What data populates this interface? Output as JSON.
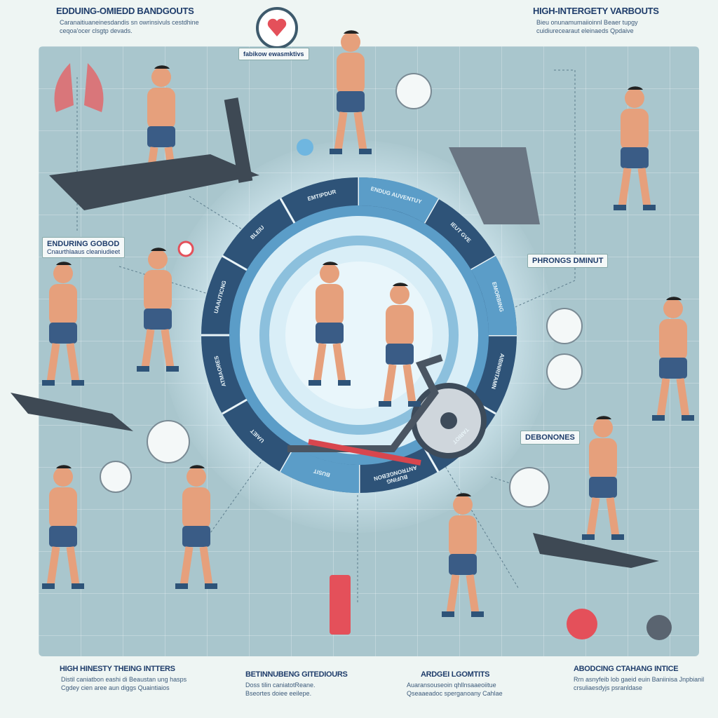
{
  "top_left": {
    "title": "EDDUING-OMIEDD BANDGOUTS",
    "desc": "Caranaitiuaneinesdandis sn owrinsivuls cestdhine ceqoa'ocer clsgtp devads."
  },
  "top_right": {
    "title": "HIGH-INTERGETY VARBOUTS",
    "desc": "Bieu onunamumaiioinnl Beaer tupgy cuidiurecearaut eleinaeds Qpdaive"
  },
  "heart_tag": "fabikow ewasmktivs",
  "left_tag": {
    "title": "ENDURING GOBOD",
    "desc": "Cnaurthlaaus cleaniudieet"
  },
  "right_tag": "PHRONGS DMINUT",
  "lower_right_tag": "DEBONONES",
  "ring_labels": [
    "ENDUG AUVENTUY",
    "IEUT GVE",
    "EMORBING",
    "AIBINRITAMN",
    "TARIOT",
    "BUFING ANTRONGEBON",
    "BUSIT",
    "UAIET",
    "ATMAORES",
    "UAAUTICNG",
    "BLEIU",
    "EMTIPDUR"
  ],
  "bottom": [
    {
      "title": "HIGH HINESTY THEING INTTERS",
      "desc": "Distil caniatbon eashi di Beaustan ung hasps Cgdey cien aree aun diggs Quaintiaios"
    },
    {
      "title": "BETINNUBENG GITEDIOURS",
      "desc": "Doss tilin caniatotReane. Bseortes doiee eeilepe."
    },
    {
      "title": "ARDGEI LGOMTITS",
      "desc": "Auaransouseoin qhllnsaaeoiitue Qseaaeadoc sperganoany Cahlae"
    },
    {
      "title": "ABODCING CTAHANG INTICE",
      "desc": "Rrn asnyfeib lob gaeid euin Baniinisa Jnpbianil crsuliaesdyjs psranldase"
    }
  ],
  "colors": {
    "ring_dark": "#2e5378",
    "ring_light": "#5b9dc8",
    "skin": "#e6a07c",
    "shorts": "#3a5c86",
    "accent": "#e4505a"
  }
}
